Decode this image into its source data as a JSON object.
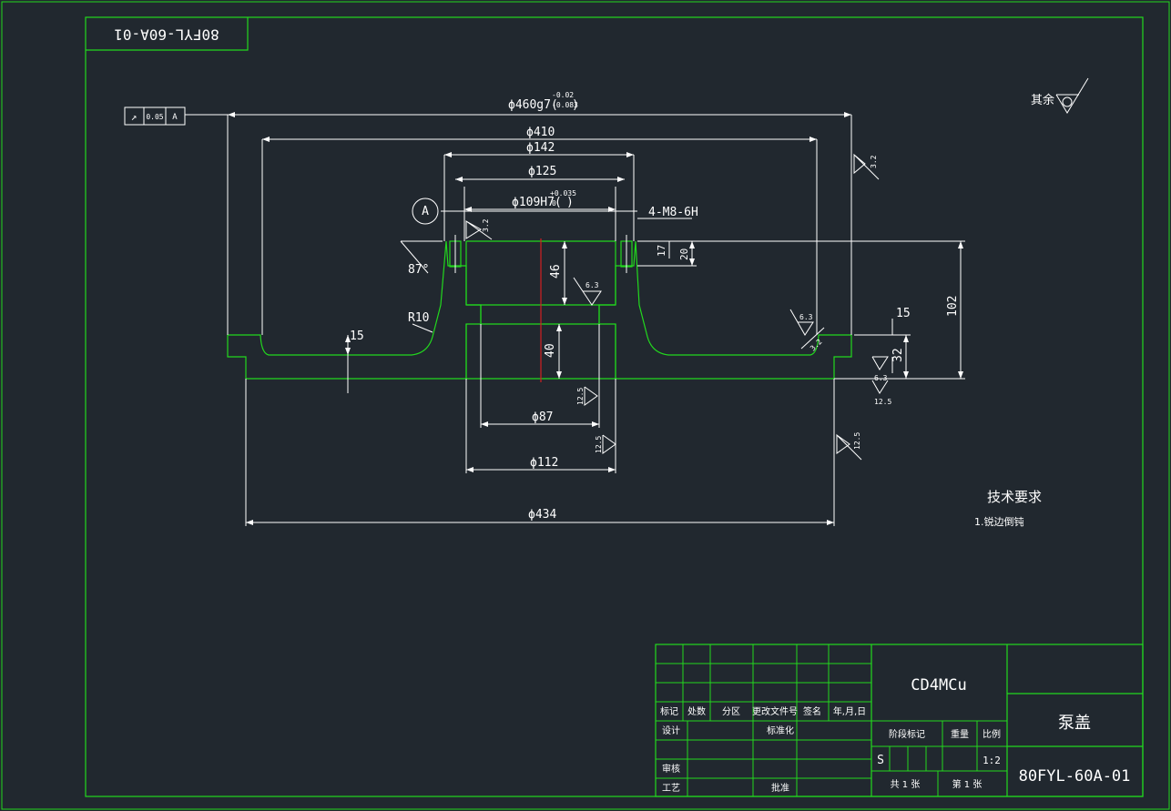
{
  "drawing": {
    "rotated_code": "80FYL-60A-01",
    "finish_note": {
      "text": "其余"
    },
    "datum": {
      "label": "A"
    },
    "runout_frame": {
      "symbol": "↗",
      "tolerance": "0.05",
      "datum": "A"
    },
    "dimensions": {
      "d460": "ϕ460g7(",
      "d460_upper": "-0.02",
      "d460_lower": "-0.083",
      "d460_close": ")",
      "d410": "ϕ410",
      "d142": "ϕ142",
      "d125": "ϕ125",
      "d109": "ϕ109H7(",
      "d109_upper": "+0.035",
      "d109_lower": "0",
      "d109_close": ")",
      "thread": "4-M8-6H",
      "d87": "ϕ87",
      "d112": "ϕ112",
      "d434": "ϕ434",
      "h17": "17",
      "h20": "20",
      "h46": "46",
      "h40": "40",
      "h102": "102",
      "h32": "32",
      "h15_left": "15",
      "h15_right": "15",
      "angle": "87°",
      "radius": "R10"
    },
    "roughness": {
      "r32_a": "3.2",
      "r32_b": "3.2",
      "r63_a": "6.3",
      "r63_b": "6.3",
      "r63_c": "6.3",
      "r125_a": "12.5",
      "r125_b": "12.5",
      "r125_c": "12.5",
      "r125_d": "12.5",
      "r32_slant": "3.2"
    },
    "tech_req": {
      "title": "技术要求",
      "item": "1.锐边倒钝"
    }
  },
  "title_block": {
    "material": "CD4MCu",
    "part_name": "泵盖",
    "part_code": "80FYL-60A-01",
    "headers": [
      "标记",
      "处数",
      "分区",
      "更改文件号",
      "签名",
      "年,月,日"
    ],
    "design": "设计",
    "standardize": "标准化",
    "review": "审核",
    "process": "工艺",
    "approve": "批准",
    "stage_mark": "阶段标记",
    "weight": "重量",
    "scale": "比例",
    "stage_value": "S",
    "scale_value": "1:2",
    "total_sheets": "共 1 张",
    "sheet_no": "第 1 张"
  }
}
